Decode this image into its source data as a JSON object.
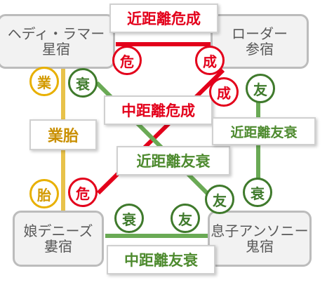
{
  "colors": {
    "red": "#e3001b",
    "green": "#3f7a2c",
    "green_line": "#6aaa55",
    "gold": "#e8b000",
    "gold_line": "#e8c24a",
    "node_border": "#bcbcbc",
    "node_fill": "#f2f2f2"
  },
  "nodes": {
    "top_left": {
      "line1": "ヘディ・ラマー",
      "line2": "星宿"
    },
    "top_right": {
      "line1": "ローダー",
      "line2": "参宿"
    },
    "bottom_left": {
      "line1": "娘デニーズ",
      "line2": "婁宿"
    },
    "bottom_right": {
      "line1": "息子アンソニー",
      "line2": "鬼宿"
    }
  },
  "labels": {
    "top": "近距離危成",
    "center_upper": "中距離危成",
    "center_lower": "近距離友衰",
    "right": "近距離友衰",
    "left": "業胎",
    "bottom": "中距離友衰"
  },
  "badges": {
    "tl_right": "危",
    "tr_left": "成",
    "tr_lower": "成",
    "tl_lower": "衰",
    "tl_left": "業",
    "tr_right": "友",
    "bl_left": "胎",
    "bl_right": "危",
    "bl_lower": "衰",
    "br_left": "友",
    "br_upper": "友",
    "br_right": "衰"
  }
}
